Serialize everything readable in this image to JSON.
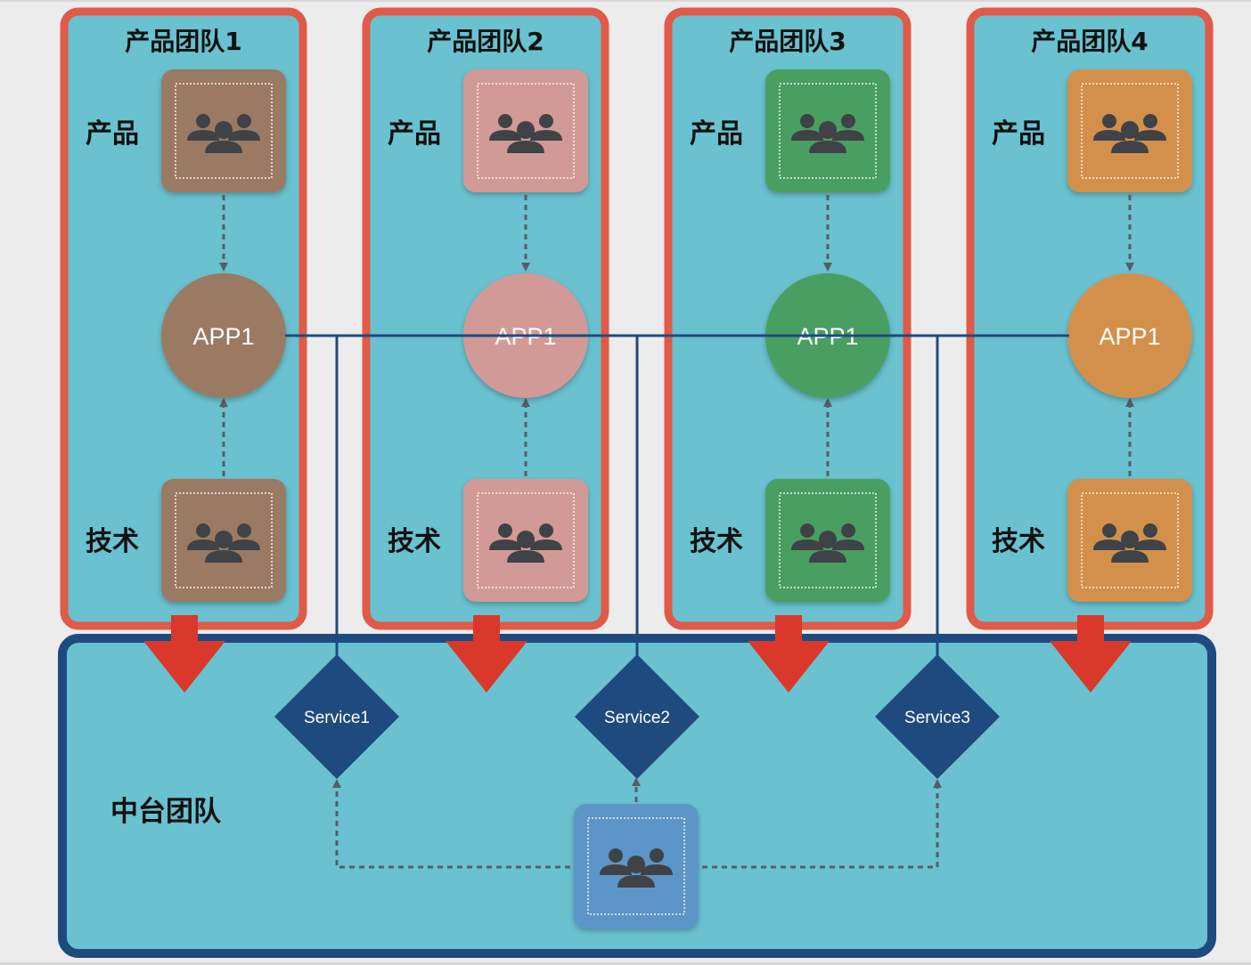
{
  "teams": [
    {
      "title": "产品团队1",
      "product_label": "产品",
      "tech_label": "技术",
      "app_label": "APP1",
      "color": "#9a7a64"
    },
    {
      "title": "产品团队2",
      "product_label": "产品",
      "tech_label": "技术",
      "app_label": "APP1",
      "color": "#d29a96"
    },
    {
      "title": "产品团队3",
      "product_label": "产品",
      "tech_label": "技术",
      "app_label": "APP1",
      "color": "#4a9e62"
    },
    {
      "title": "产品团队4",
      "product_label": "产品",
      "tech_label": "技术",
      "app_label": "APP1",
      "color": "#d3904c"
    }
  ],
  "platform": {
    "title": "中台团队",
    "services": [
      "Service1",
      "Service2",
      "Service3"
    ],
    "team_icon": "people-group-icon",
    "color": "#5b96c8"
  },
  "colors": {
    "panel_fill": "#6ac1cf",
    "team_border": "#e05a48",
    "platform_border": "#1f4a7e",
    "service_fill": "#1f4a7e",
    "arrow_red": "#d9382a",
    "link_line": "#1f4a7e",
    "dashed": "#555e66",
    "icon_glyph": "#3f4246"
  },
  "icons": {
    "team_member": "people-group-icon",
    "flow_arrow": "red-down-arrow-icon"
  }
}
